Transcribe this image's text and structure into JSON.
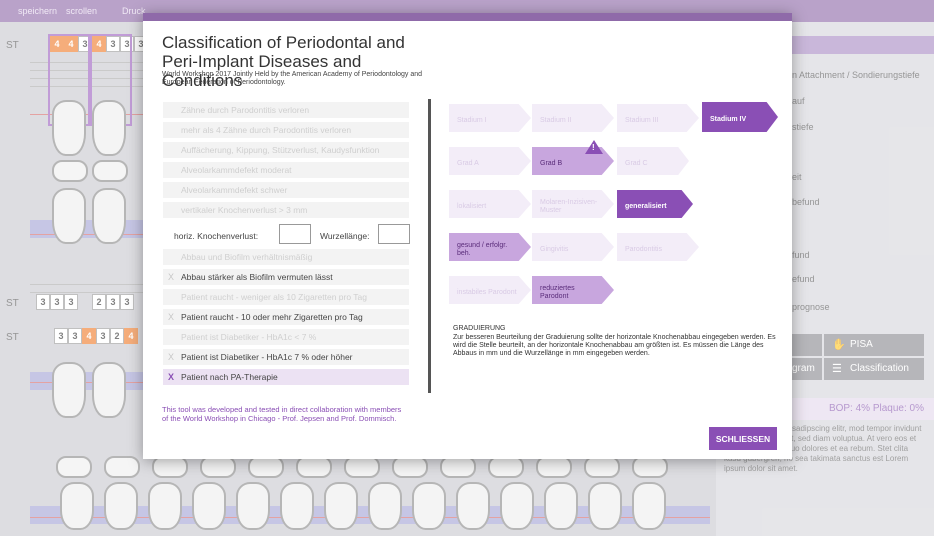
{
  "toolbar": {
    "items": [
      "speichern",
      "scrollen",
      "Druck"
    ]
  },
  "chart": {
    "st_label": "ST",
    "upper_row": [
      "4",
      "4",
      "3",
      "4",
      "3",
      "3",
      "3"
    ],
    "mid_row": [
      "3",
      "3",
      "3",
      "2",
      "3",
      "3"
    ],
    "lower_row": [
      "3",
      "3",
      "4",
      "3",
      "2",
      "4"
    ]
  },
  "side_panel": {
    "items": [
      "n Attachment / Sondierungstiefe",
      "auf",
      "stiefe",
      "eit",
      "befund",
      "fund",
      "efund",
      "prognose"
    ],
    "pisa_label": "PISA",
    "gram_label": "gram",
    "classification_label": "Classification",
    "bop": "BOP: 4% Plaque: 0%",
    "lorem": "lt amet, consetetur sadipscing elitr, mod tempor invidunt ut labore et am erat, sed diam voluptua. At vero eos et accusam et justo duo dolores et ea rebum. Stet clita kasd gubergren, no sea takimata sanctus est Lorem ipsum dolor sit amet."
  },
  "modal": {
    "title": "Classification of Periodontal and Peri-Implant Diseases and Conditions",
    "subtitle": "World Workshop 2017 Jointly Held by the American Academy of Periodontology and European Federation of Periodontology.",
    "criteria": [
      {
        "label": "Zähne durch Parodontitis verloren",
        "state": "faint"
      },
      {
        "label": "mehr als 4 Zähne durch Parodontitis verloren",
        "state": "faint"
      },
      {
        "label": "Auffächerung, Kippung, Stützverlust, Kaudysfunktion",
        "state": "faint"
      },
      {
        "label": "Alveolarkammdefekt moderat",
        "state": "faint"
      },
      {
        "label": "Alveolarkammdefekt schwer",
        "state": "faint"
      },
      {
        "label": "vertikaler Knochenverlust > 3 mm",
        "state": "faint"
      }
    ],
    "bone_loss_label": "horiz. Knochenverlust:",
    "root_length_label": "Wurzellänge:",
    "criteria2": [
      {
        "label": "Abbau und Biofilm verhältnismäßig",
        "state": "faint",
        "mark": ""
      },
      {
        "label": "Abbau stärker als Biofilm vermuten lässt",
        "state": "active",
        "mark": "X"
      },
      {
        "label": "Patient raucht - weniger als 10 Zigaretten pro Tag",
        "state": "faint",
        "mark": ""
      },
      {
        "label": "Patient raucht - 10 oder mehr Zigaretten pro Tag",
        "state": "active",
        "mark": "X"
      },
      {
        "label": "Patient ist Diabetiker - HbA1c < 7 %",
        "state": "faint",
        "mark": ""
      },
      {
        "label": "Patient ist Diabetiker - HbA1c 7 % oder höher",
        "state": "active",
        "mark": "X"
      },
      {
        "label": "Patient nach PA-Therapie",
        "state": "selected",
        "mark": "X"
      }
    ],
    "stages": [
      {
        "label": "Stadium I",
        "state": "faint"
      },
      {
        "label": "Stadium II",
        "state": "faint"
      },
      {
        "label": "Stadium III",
        "state": "faint"
      },
      {
        "label": "Stadium IV",
        "state": "strong"
      }
    ],
    "grades": [
      {
        "label": "Grad A",
        "state": "faint"
      },
      {
        "label": "Grad B",
        "state": "mid"
      },
      {
        "label": "Grad C",
        "state": "faint"
      }
    ],
    "warning_glyph": "!",
    "extent": [
      {
        "label": "lokalisiert",
        "state": "faint"
      },
      {
        "label": "Molaren-Inzisiven-Muster",
        "state": "faint"
      },
      {
        "label": "generalisiert",
        "state": "strong"
      }
    ],
    "status": [
      {
        "label": "gesund / erfolgr. beh.",
        "state": "mid"
      },
      {
        "label": "Gingivitis",
        "state": "faint"
      },
      {
        "label": "Parodontitis",
        "state": "faint"
      }
    ],
    "perio": [
      {
        "label": "instabiles Parodont",
        "state": "faint"
      },
      {
        "label": "reduziertes Parodont",
        "state": "mid"
      }
    ],
    "grading_heading": "GRADUIERUNG",
    "grading_text": "Zur besseren Beurteilung der Graduierung sollte der horizontale Knochenabbau eingegeben werden. Es wird die Stelle beurteilt, an der horizontale Knochenabbau am größten ist. Es müssen die Länge des Abbaus in mm und die Wurzellänge in mm eingegeben werden.",
    "footer_note": "This tool was developed and tested in direct collaboration with members of the World Workshop in Chicago - Prof. Jepsen and Prof. Dommisch.",
    "close_label": "SCHLIESSEN"
  }
}
